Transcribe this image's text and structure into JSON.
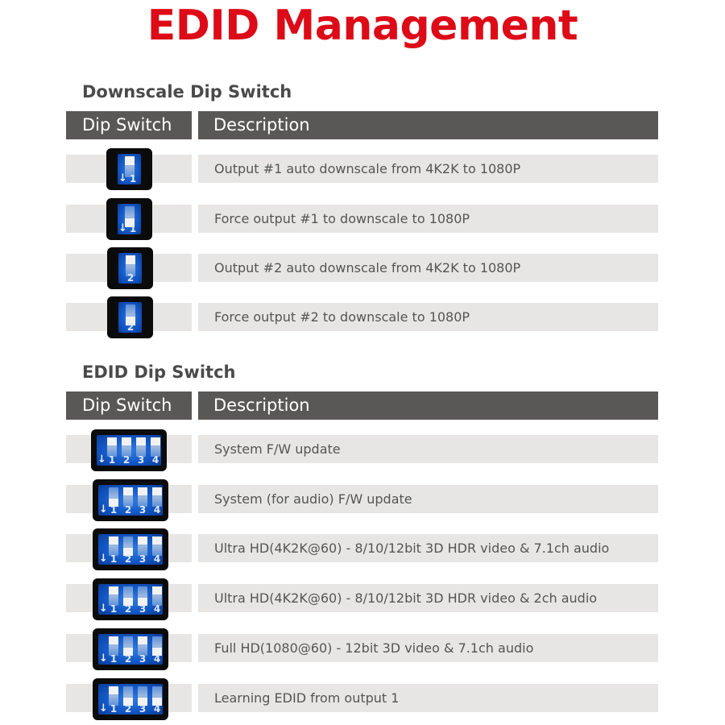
{
  "title": "EDID Management",
  "colors": {
    "title": "#dd0b18",
    "header_bg": "#5a5856",
    "row_bg": "#e7e6e5",
    "switch_bg": "#1256c4"
  },
  "downscale": {
    "section_title": "Downscale Dip Switch",
    "headers": {
      "dip_switch": "Dip Switch",
      "description": "Description"
    },
    "rows": [
      {
        "switch_number": "1",
        "position": "up",
        "description": "Output #1 auto downscale from 4K2K to 1080P"
      },
      {
        "switch_number": "1",
        "position": "down",
        "description": "Force output #1 to downscale to 1080P"
      },
      {
        "switch_number": "2",
        "position": "up",
        "description": "Output #2 auto downscale from 4K2K to 1080P"
      },
      {
        "switch_number": "2",
        "position": "down",
        "description": "Force output #2 to downscale to 1080P"
      }
    ]
  },
  "edid": {
    "section_title": "EDID Dip Switch",
    "headers": {
      "dip_switch": "Dip Switch",
      "description": "Description"
    },
    "switch_labels": [
      "1",
      "2",
      "3",
      "4"
    ],
    "rows": [
      {
        "positions": [
          "up",
          "up",
          "up",
          "up"
        ],
        "description": "System F/W update"
      },
      {
        "positions": [
          "down",
          "up",
          "up",
          "up"
        ],
        "description": "System (for audio) F/W update"
      },
      {
        "positions": [
          "up",
          "down",
          "up",
          "up"
        ],
        "description": "Ultra HD(4K2K@60) - 8/10/12bit 3D HDR video & 7.1ch audio"
      },
      {
        "positions": [
          "up",
          "down",
          "down",
          "up"
        ],
        "description": "Ultra HD(4K2K@60) - 8/10/12bit 3D HDR video & 2ch audio"
      },
      {
        "positions": [
          "up",
          "down",
          "up",
          "down"
        ],
        "description": "Full HD(1080@60) - 12bit 3D video & 7.1ch audio"
      },
      {
        "positions": [
          "up",
          "down",
          "down",
          "down"
        ],
        "description": "Learning EDID from output 1"
      }
    ]
  }
}
